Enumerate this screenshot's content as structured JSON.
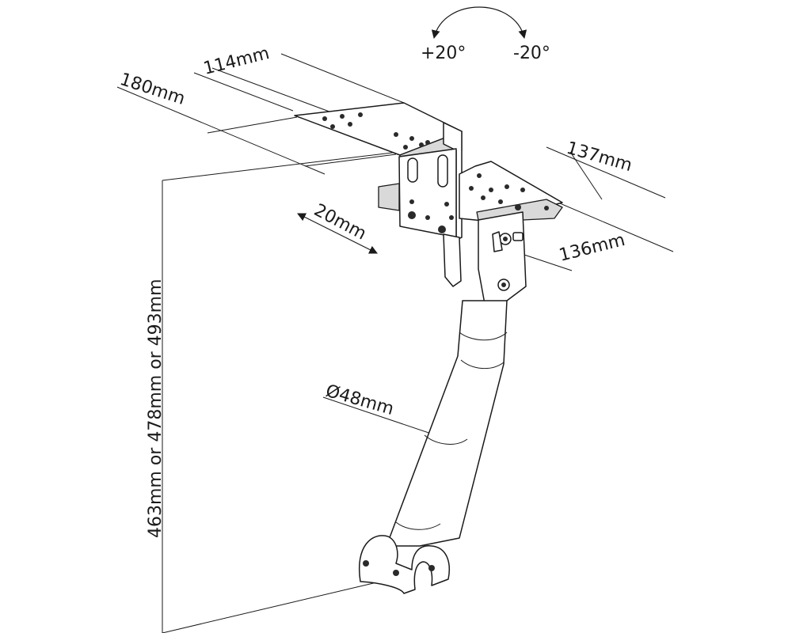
{
  "rotation": {
    "plus": "+20°",
    "minus": "-20°"
  },
  "dimensions": {
    "top_width": "114mm",
    "top_depth": "180mm",
    "right_width": "137mm",
    "right_depth": "136mm",
    "slide": "20mm",
    "diameter": "Ø48mm",
    "height": "463mm or 478mm or 493mm"
  }
}
